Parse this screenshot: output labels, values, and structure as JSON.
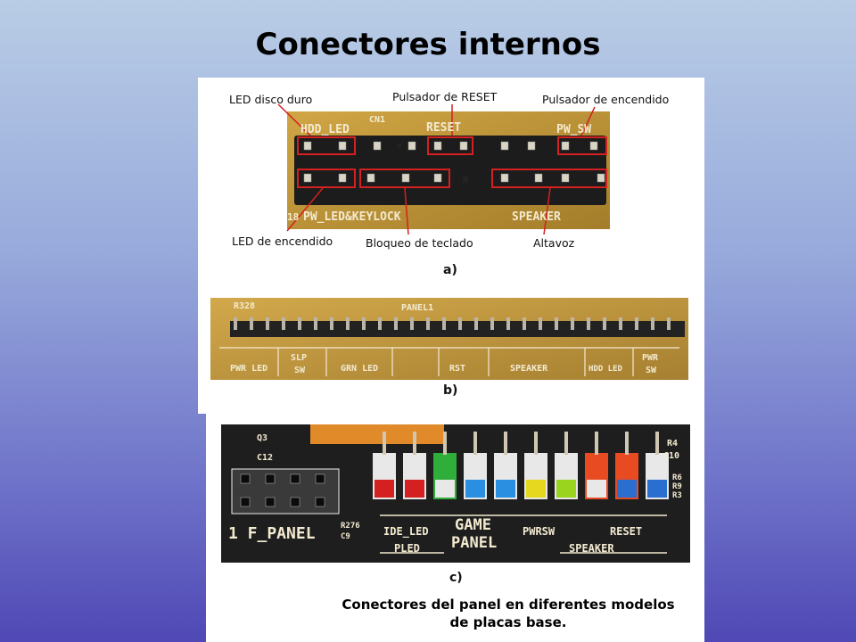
{
  "slide": {
    "title": "Conectores internos",
    "caption_line1": "Conectores del panel en diferentes modelos",
    "caption_line2": "de placas base."
  },
  "figure_a": {
    "letter": "a)",
    "callouts": {
      "hdd_led": "LED disco duro",
      "reset": "Pulsador de RESET",
      "power_button": "Pulsador de encendido",
      "power_led": "LED de encendido",
      "keylock": "Bloqueo de teclado",
      "speaker": "Altavoz"
    },
    "board_labels": {
      "hdd_led": "HDD_LED",
      "cn1": "CN1",
      "reset": "RESET",
      "pw_sw": "PW_SW",
      "pw_led_keylock": "PW_LED&KEYLOCK",
      "speaker": "SPEAKER",
      "pin_no": "18"
    }
  },
  "figure_b": {
    "letter": "b)",
    "board_labels": {
      "ref": "R328",
      "panel": "PANEL1",
      "pwr_led": "PWR LED",
      "slp": "SLP",
      "sw": "SW",
      "grn_led": "GRN LED",
      "rst": "RST",
      "speaker": "SPEAKER",
      "hdd_led": "HDD LED",
      "pwr": "PWR",
      "sw2": "SW"
    }
  },
  "figure_c": {
    "letter": "c)",
    "board_labels": {
      "f_panel": "1 F_PANEL",
      "r276": "R276",
      "c9": "C9",
      "ide_led": "IDE_LED",
      "pled": "PLED",
      "game": "GAME",
      "panel": "PANEL",
      "pwrsw": "PWRSW",
      "reset": "RESET",
      "speaker": "SPEAKER",
      "q3": "Q3",
      "c12": "C12",
      "r4": "R4",
      "c10": "C10",
      "r6": "R6",
      "r9": "R9",
      "r3": "R3"
    }
  },
  "colors": {
    "pcb_yellow": "#c49a3a",
    "pcb_black": "#1c1c1c",
    "callout_red": "#d42020",
    "bg_top": "#b9cde6",
    "bg_bottom": "#4f48b5"
  }
}
